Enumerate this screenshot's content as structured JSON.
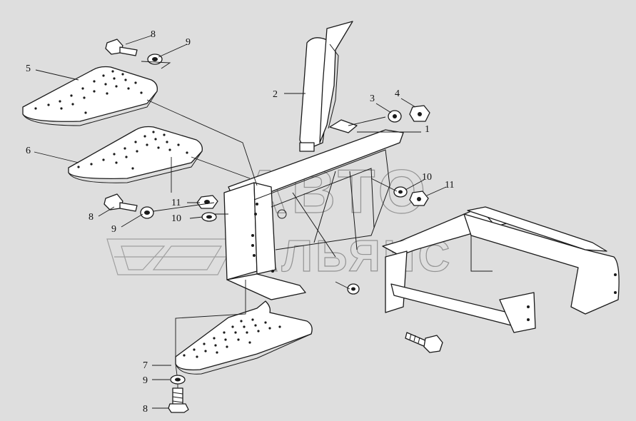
{
  "diagram": {
    "callouts": [
      {
        "id": "c8-top",
        "text": "8"
      },
      {
        "id": "c9-top",
        "text": "9"
      },
      {
        "id": "c5",
        "text": "5"
      },
      {
        "id": "c2",
        "text": "2"
      },
      {
        "id": "c3",
        "text": "3"
      },
      {
        "id": "c4",
        "text": "4"
      },
      {
        "id": "c1",
        "text": "1"
      },
      {
        "id": "c6",
        "text": "6"
      },
      {
        "id": "c10-right",
        "text": "10"
      },
      {
        "id": "c11-right",
        "text": "11"
      },
      {
        "id": "c11-mid",
        "text": "11"
      },
      {
        "id": "c10-mid",
        "text": "10"
      },
      {
        "id": "c8-mid",
        "text": "8"
      },
      {
        "id": "c9-mid",
        "text": "9"
      },
      {
        "id": "c7",
        "text": "7"
      },
      {
        "id": "c9-bot",
        "text": "9"
      },
      {
        "id": "c8-bot",
        "text": "8"
      }
    ]
  },
  "watermark": {
    "line1": "АВТО",
    "line2": "АЛЬЯНС"
  }
}
